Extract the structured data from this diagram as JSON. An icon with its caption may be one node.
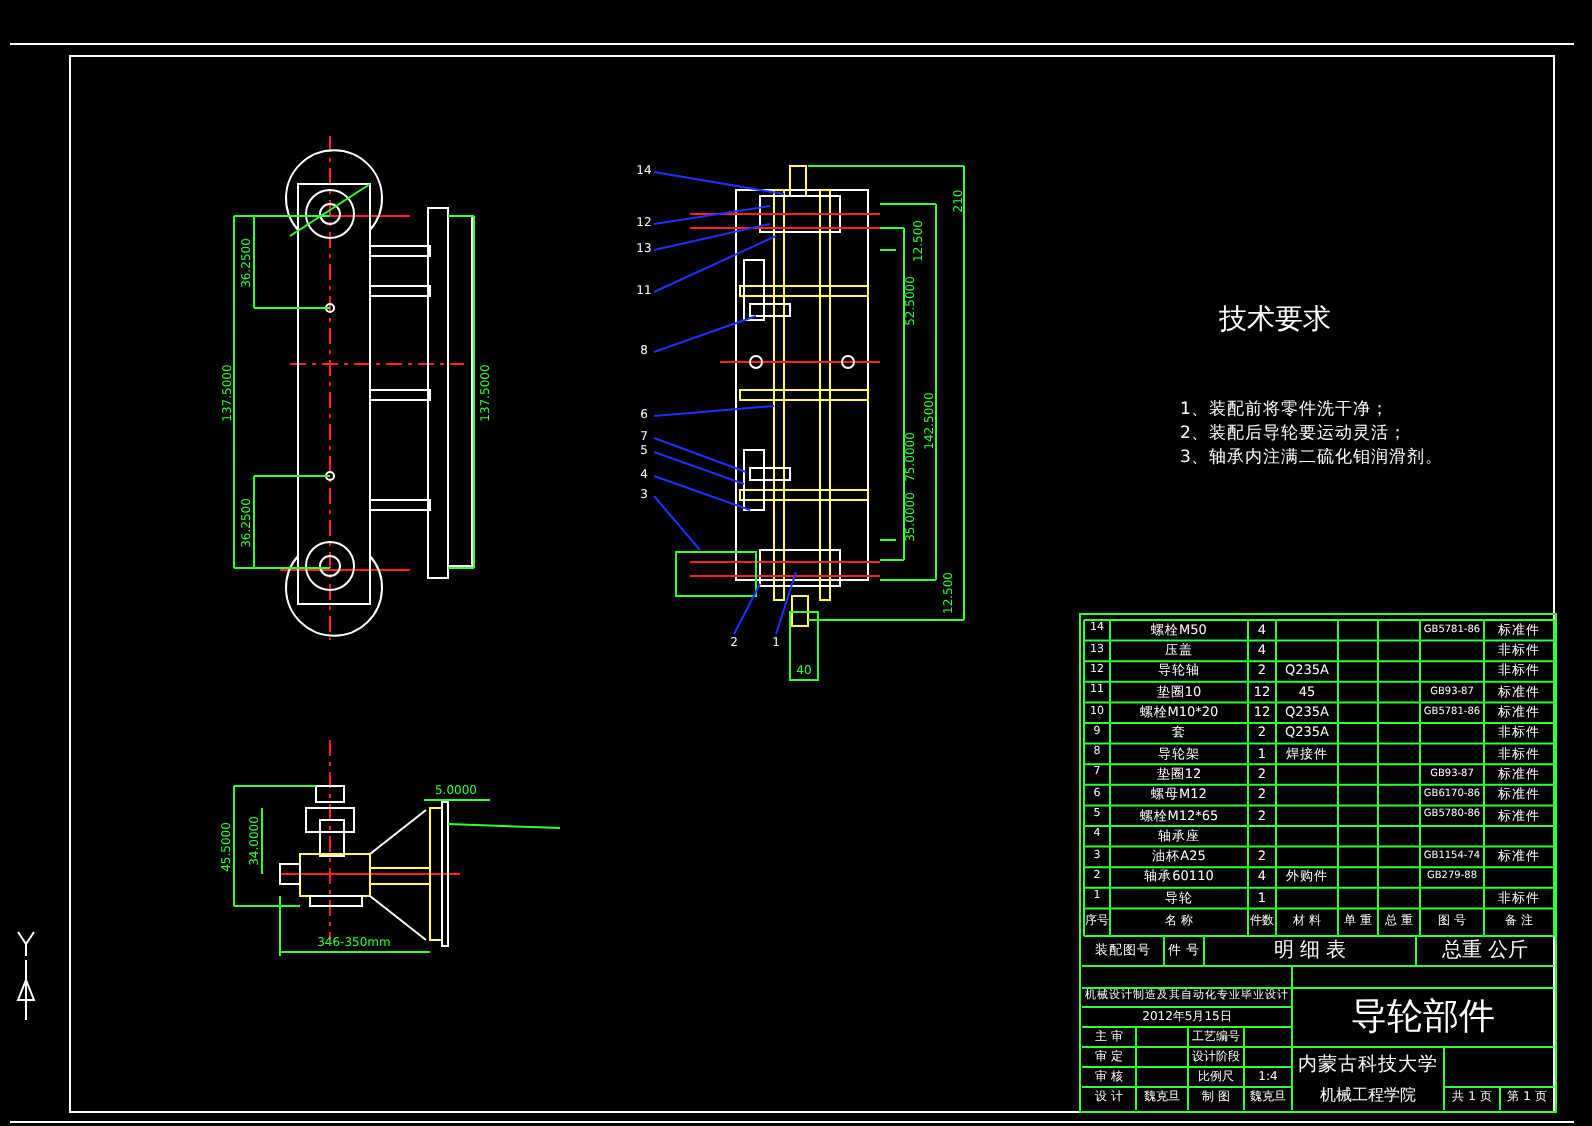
{
  "diagram": {
    "nodes": [
      {
        "text": [
          "14"
        ]
      },
      {
        "text": [
          "12"
        ]
      },
      {
        "text": [
          "13"
        ]
      },
      {
        "text": [
          "11"
        ]
      },
      {
        "text": [
          "8"
        ]
      },
      {
        "text": [
          "6"
        ]
      },
      {
        "text": [
          "7"
        ]
      },
      {
        "text": [
          "5"
        ]
      },
      {
        "text": [
          "4"
        ]
      },
      {
        "text": [
          "3"
        ]
      },
      {
        "text": [
          "2"
        ]
      },
      {
        "text": [
          "1"
        ]
      }
    ],
    "edges": [
      {
        "from": 0,
        "to": null,
        "arrow": "none"
      },
      {
        "from": 1,
        "to": null,
        "arrow": "none"
      },
      {
        "from": 2,
        "to": null,
        "arrow": "none"
      },
      {
        "from": 3,
        "to": null,
        "arrow": "none"
      },
      {
        "from": 4,
        "to": null,
        "arrow": "none"
      },
      {
        "from": 5,
        "to": null,
        "arrow": "none"
      },
      {
        "from": 6,
        "to": null,
        "arrow": "none"
      },
      {
        "from": 7,
        "to": null,
        "arrow": "none"
      },
      {
        "from": 8,
        "to": null,
        "arrow": "none"
      },
      {
        "from": 9,
        "to": null,
        "arrow": "none"
      },
      {
        "from": 10,
        "to": null,
        "arrow": "none"
      },
      {
        "from": 11,
        "to": null,
        "arrow": "none"
      }
    ],
    "labels": [
      "36.2500",
      "137.5000",
      "36.2500",
      "137.5000",
      "12.500",
      "52.5000",
      "142.5000",
      "210",
      "75.0000",
      "35.0000",
      "12.500",
      "40",
      "5.0000",
      "45.5000",
      "34.0000",
      "346-350mm",
      "技术要求",
      "1、装配前将零件洗干净；",
      "2、装配后导轮要运动灵活；",
      "3、轴承内注满二硫化钼润滑剂。",
      "14",
      "螺栓M50",
      "4",
      "GB5781-86",
      "标准件",
      "13",
      "压盖",
      "4",
      "非标件",
      "12",
      "导轮轴",
      "2",
      "Q235A",
      "非标件",
      "11",
      "垫圈10",
      "12",
      "45",
      "GB93-87",
      "标准件",
      "10",
      "螺栓M10*20",
      "12",
      "Q235A",
      "GB5781-86",
      "标准件",
      "9",
      "套",
      "2",
      "Q235A",
      "非标件",
      "8",
      "导轮架",
      "1",
      "焊接件",
      "非标件",
      "7",
      "垫圈12",
      "2",
      "GB93-87",
      "标准件",
      "6",
      "螺母M12",
      "2",
      "GB6170-86",
      "标准件",
      "5",
      "螺栓M12*65",
      "2",
      "GB5780-86",
      "标准件",
      "4",
      "轴承座",
      "3",
      "油杯A25",
      "2",
      "GB1154-74",
      "标准件",
      "2",
      "轴承60110",
      "4",
      "外购件",
      "GB279-88",
      "1",
      "导轮",
      "1",
      "非标件",
      "序号",
      "名 称",
      "件数",
      "材 料",
      "单 重",
      "总 重",
      "图 号",
      "备 注",
      "装配图号",
      "件 号",
      "明 细 表",
      "总重 公斤",
      "机械设计制造及其自动化专业毕业设计",
      "2012年5月15日",
      "导轮部件",
      "主 审",
      "工艺编号",
      "审 定",
      "设计阶段",
      "审 核",
      "比例尺",
      "1:4",
      "设 计",
      "魏克旦",
      "制 图",
      "魏克旦",
      "内蒙古科技大学",
      "机械工程学院",
      "共 1 页",
      "第 1 页"
    ]
  }
}
